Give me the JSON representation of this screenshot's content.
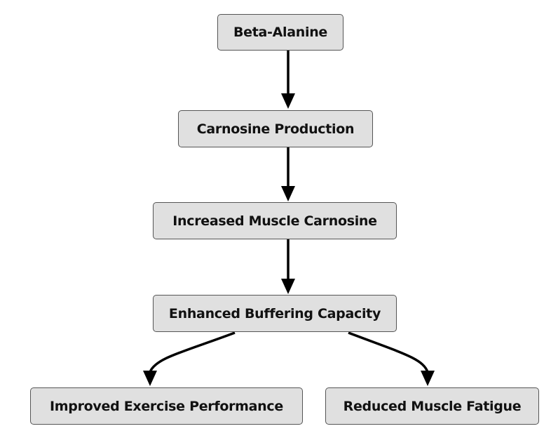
{
  "nodes": [
    {
      "id": "beta_alanine",
      "label": "Beta-Alanine"
    },
    {
      "id": "carnosine_production",
      "label": "Carnosine Production"
    },
    {
      "id": "increased_muscle_carnosine",
      "label": "Increased Muscle Carnosine"
    },
    {
      "id": "enhanced_buffering_capacity",
      "label": "Enhanced Buffering Capacity"
    },
    {
      "id": "improved_exercise_performance",
      "label": "Improved Exercise Performance"
    },
    {
      "id": "reduced_muscle_fatigue",
      "label": "Reduced Muscle Fatigue"
    }
  ],
  "edges": [
    {
      "from": "beta_alanine",
      "to": "carnosine_production"
    },
    {
      "from": "carnosine_production",
      "to": "increased_muscle_carnosine"
    },
    {
      "from": "increased_muscle_carnosine",
      "to": "enhanced_buffering_capacity"
    },
    {
      "from": "enhanced_buffering_capacity",
      "to": "improved_exercise_performance"
    },
    {
      "from": "enhanced_buffering_capacity",
      "to": "reduced_muscle_fatigue"
    }
  ],
  "colors": {
    "node_fill": "#e0e0e0",
    "node_border": "#555555",
    "edge": "#000000"
  }
}
